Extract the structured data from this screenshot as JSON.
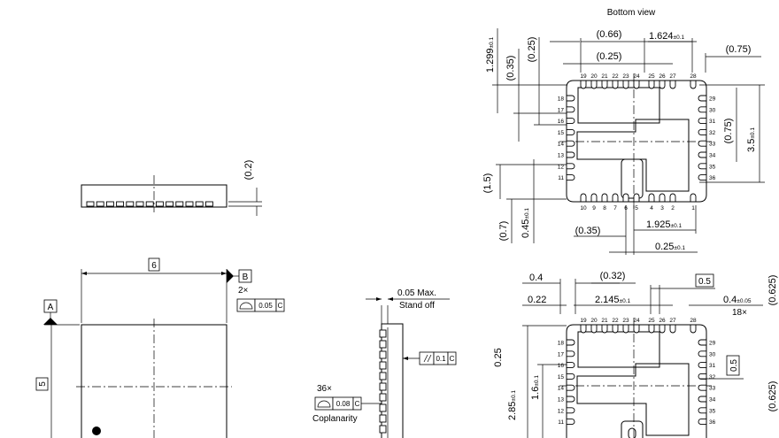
{
  "bottom_view": {
    "title": "Bottom view",
    "dims": {
      "d066": "(0.66)",
      "d1624": "1.624",
      "tol01": "±0.1",
      "d025": "(0.25)",
      "d075": "(0.75)",
      "d1299": "1.299",
      "d035": "(0.35)",
      "d025v": "(0.25)",
      "d075v": "(0.75)",
      "d35": "3.5",
      "d15": "(1.5)",
      "d07": "(0.7)",
      "d045": "0.45",
      "d035b": "(0.35)",
      "d1925": "1.925",
      "d025b": "0.25"
    },
    "pins": {
      "top": [
        "19",
        "20",
        "21",
        "22",
        "23",
        "24",
        "25",
        "26",
        "27",
        "28"
      ],
      "left": [
        "18",
        "17",
        "16",
        "15",
        "14",
        "13",
        "12",
        "11"
      ],
      "right": [
        "29",
        "30",
        "31",
        "32",
        "33",
        "34",
        "35",
        "36"
      ],
      "bottom": [
        "10",
        "9",
        "8",
        "7",
        "6",
        "5",
        "4",
        "3",
        "2",
        "1"
      ]
    }
  },
  "side_view": {
    "d02": "(0.2)"
  },
  "top_view": {
    "width": "6",
    "height": "5",
    "datum_a": "A",
    "datum_b": "B",
    "count2x": "2×",
    "fc_value": "0.05",
    "fc_datum": "C"
  },
  "profile_view": {
    "standoff_value": "0.05 Max.",
    "standoff_label": "Stand off",
    "parallel_value": "0.1",
    "parallel_datum": "C",
    "count36x": "36×",
    "coplanarity_value": "0.08",
    "coplanarity_datum": "C",
    "coplanarity_label": "Coplanarity"
  },
  "footprint": {
    "dims": {
      "d04": "0.4",
      "d032": "(0.32)",
      "d05": "0.5",
      "d022": "0.22",
      "d2145": "2.145",
      "tol01": "±0.1",
      "d04r": "0.4",
      "tol005": "±0.05",
      "count18x": "18×",
      "d0625": "(0.625)",
      "d025": "0.25",
      "d05v": "0.5",
      "d16": "1.6",
      "d285": "2.85",
      "d0625b": "(0.625)"
    },
    "pins": {
      "top": [
        "19",
        "20",
        "21",
        "22",
        "23",
        "24",
        "25",
        "26",
        "27",
        "28"
      ],
      "left": [
        "18",
        "17",
        "16",
        "15",
        "14",
        "13",
        "12",
        "11"
      ],
      "right": [
        "29",
        "30",
        "31",
        "32",
        "33",
        "34",
        "35",
        "36"
      ]
    }
  }
}
